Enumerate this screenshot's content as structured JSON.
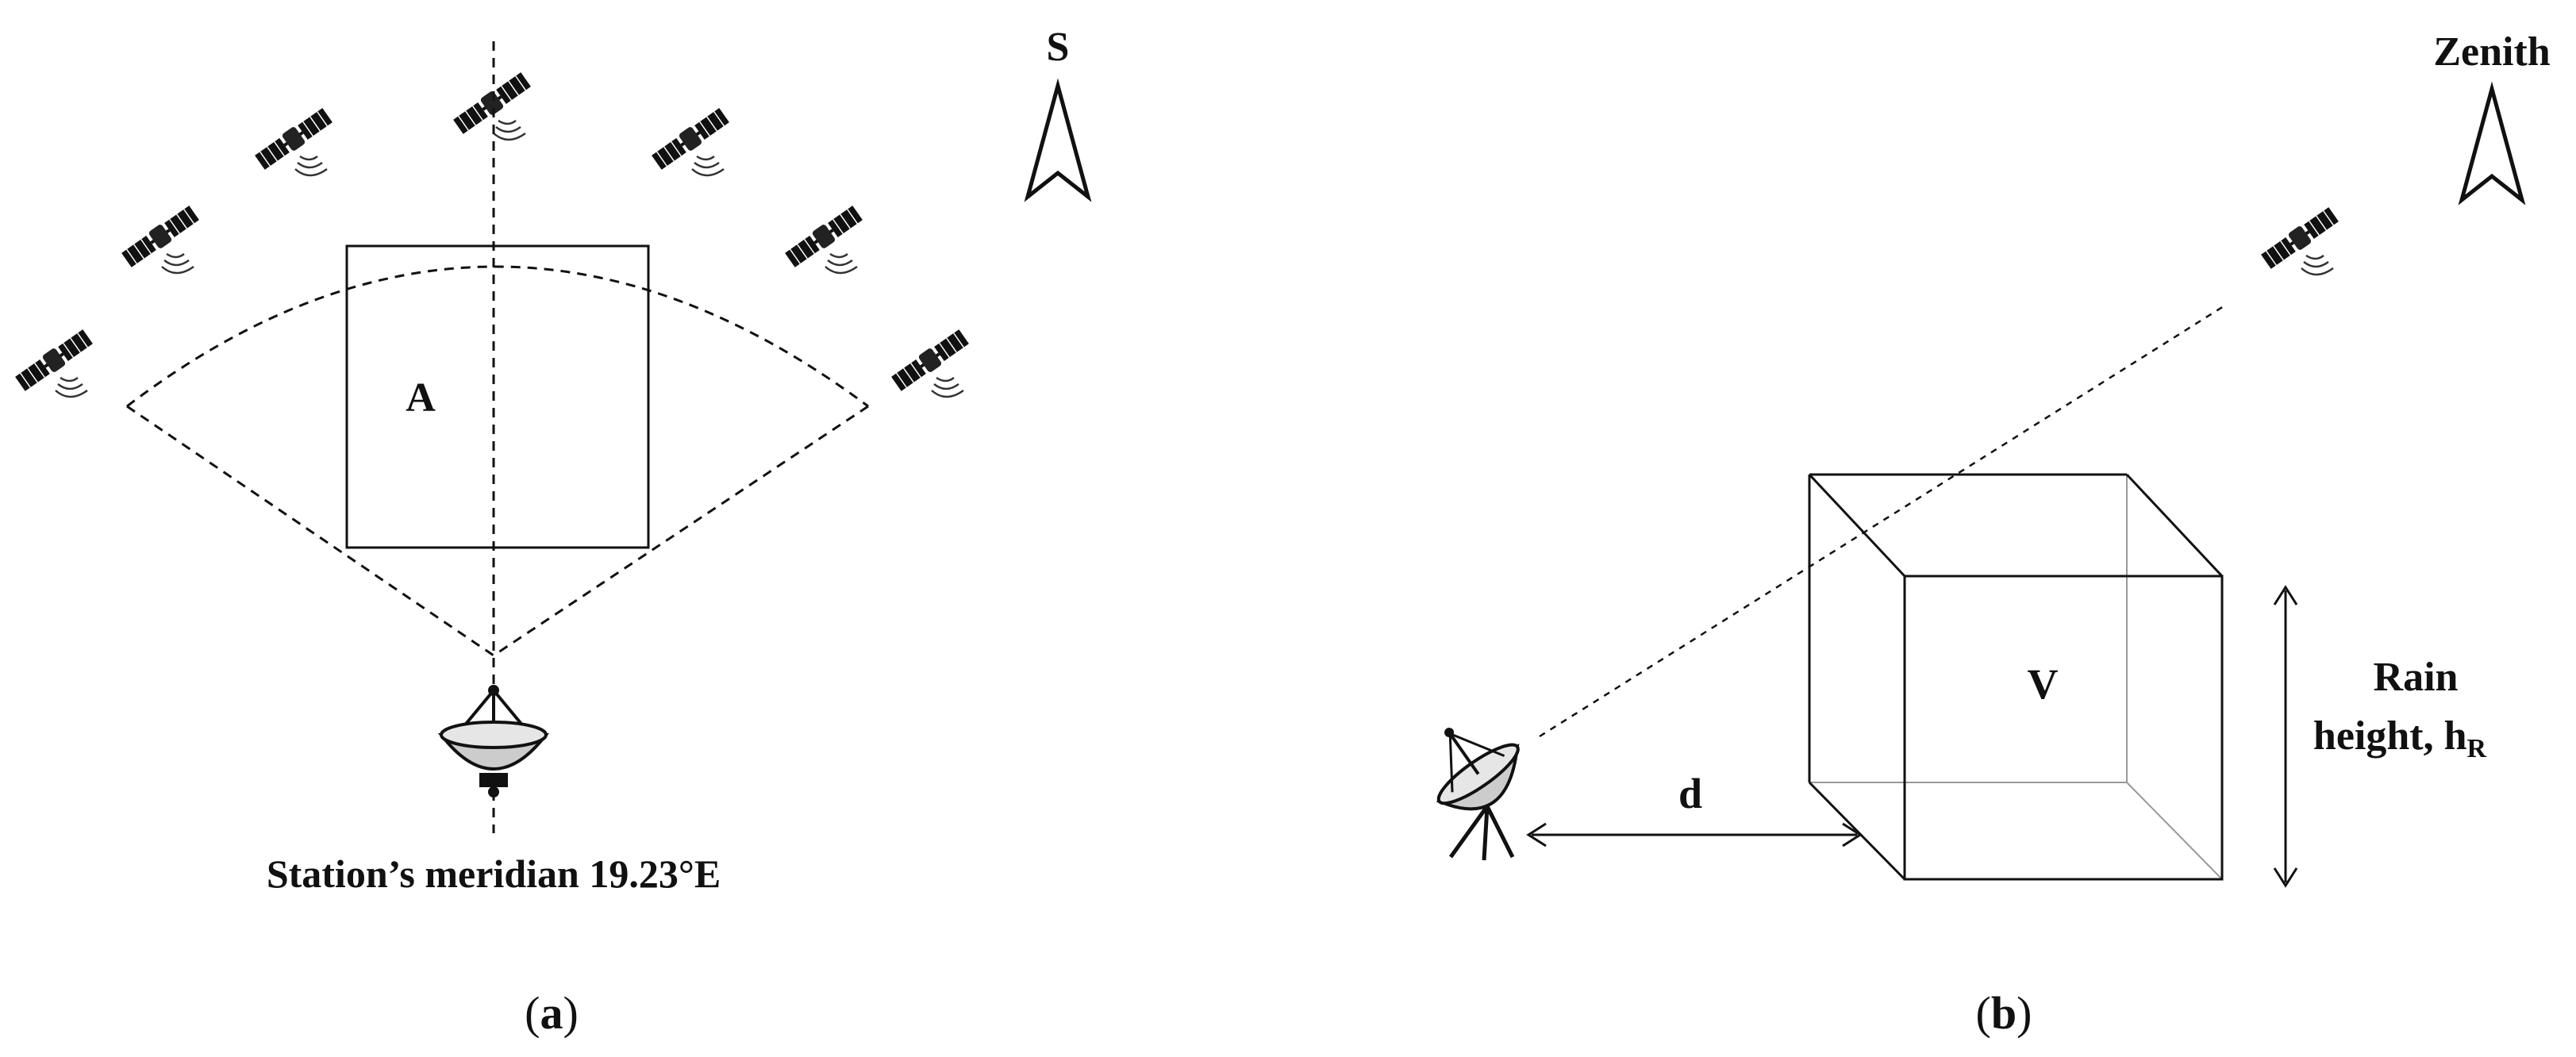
{
  "panel_a": {
    "north_label": "S",
    "region_label": "A",
    "meridian_caption": "Station’s meridian 19.23°E",
    "panel_caption": "a",
    "icons": {
      "satellite": "satellite-icon",
      "antenna": "dish-antenna-icon",
      "arrow": "north-arrow-icon"
    }
  },
  "panel_b": {
    "zenith_label": "Zenith",
    "volume_label": "V",
    "distance_label": "d",
    "rain_height_line1": "Rain",
    "rain_height_line2": "height, h",
    "rain_height_subscript": "R",
    "panel_caption": "b",
    "icons": {
      "satellite": "satellite-icon",
      "antenna": "tripod-dish-antenna-icon",
      "arrow": "zenith-arrow-icon"
    }
  }
}
